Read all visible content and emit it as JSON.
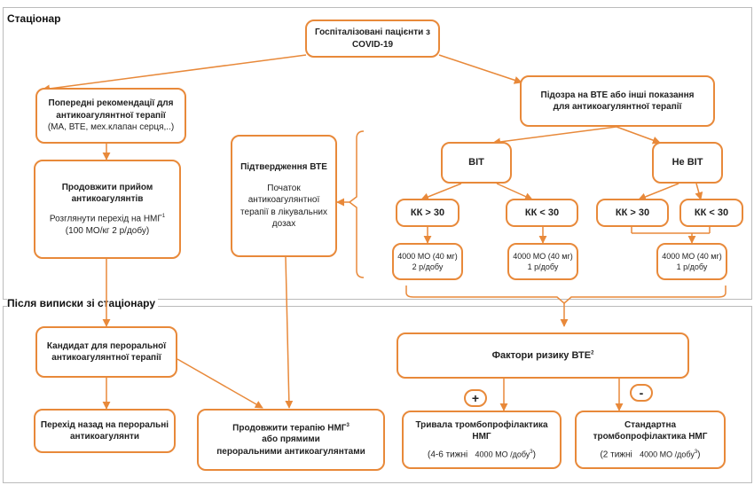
{
  "sections": {
    "inpatient": "Стаціонар",
    "after_discharge": "Після виписки зі стаціонару"
  },
  "nodes": {
    "hospitalized": {
      "line1": "Госпіталізовані пацієнти з",
      "line2": "COVID-19"
    },
    "prior": {
      "title": "Попередні рекомендації для антикоагулянтної терапії",
      "sub": "(МА, ВТЕ, мех.клапан серця,..)"
    },
    "suspicion": {
      "title": "Підозра на ВТЕ або інші показання для антикоагулянтної терапії"
    },
    "continue": {
      "title": "Продовжити прийом антикоагулянтів",
      "line1": "Розглянути перехід на НМГ",
      "sup": "1",
      "line2": "(100 МО/кг 2 р/добу)"
    },
    "confirmed": {
      "title": "Підтвердження ВТЕ",
      "text": "Початок антикоагулянтної терапії в лікувальних дозах"
    },
    "vit": "ВІТ",
    "not_vit": "Не ВІТ",
    "kk1": "КК > 30",
    "kk2": "КК < 30",
    "kk3": "КК > 30",
    "kk4": "КК < 30",
    "dose1": {
      "line1": "4000 МО (40 мг)",
      "line2": "2 р/добу"
    },
    "dose2": {
      "line1": "4000 МО (40 мг)",
      "line2": "1 р/добу"
    },
    "dose3": {
      "line1": "4000 МО (40 мг)",
      "line2": "1 р/добу"
    },
    "candidate": {
      "title": "Кандидат для пероральної антикоагулянтної терапії"
    },
    "risk": {
      "title": "Фактори ризику ВТЕ",
      "sup": "2"
    },
    "plus": "+",
    "minus": "-",
    "back_oral": {
      "title": "Перехід назад на пероральні антикоагулянти"
    },
    "continue_lmwh": {
      "line1": "Продовжити терапію НМГ",
      "sup": "3",
      "line2": "або прямими",
      "line3": "пероральними антикоагулянтами"
    },
    "long_prophylaxis": {
      "title": "Тривала тромбопрофілактика НМГ",
      "sub1": "(4-6 тижні",
      "sub2": "4000 МО /добу",
      "sup": "3",
      "sub3": ")"
    },
    "standard_prophylaxis": {
      "title": "Стандартна тромбопрофілактика НМГ",
      "sub1": "(2 тижні",
      "sub2": "4000 МО /добу",
      "sup": "3",
      "sub3": ")"
    }
  },
  "colors": {
    "accent": "#e8893a",
    "section_border": "#bbbbbb"
  }
}
